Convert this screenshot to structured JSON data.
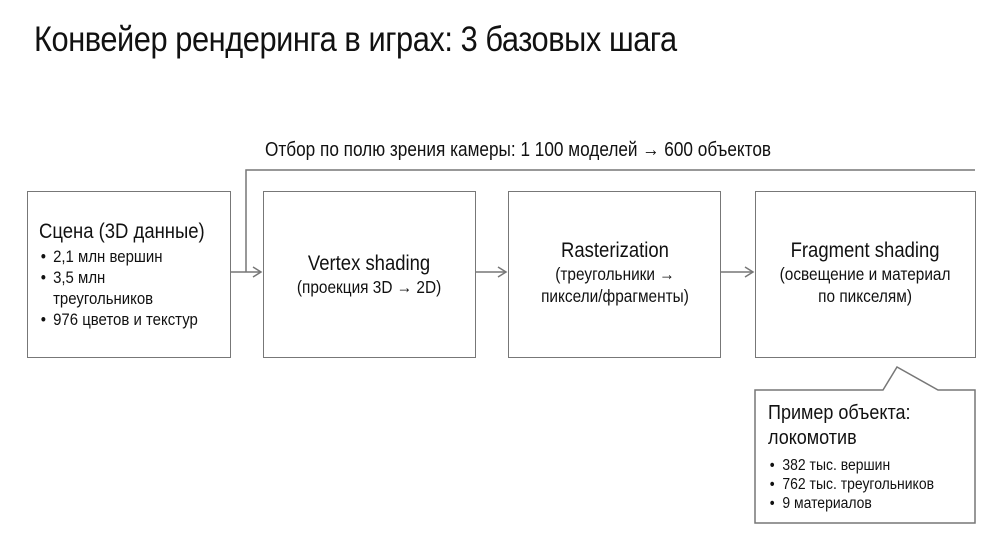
{
  "title": "Конвейер рендеринга в играх: 3 базовых шага",
  "culling_caption": "Отбор по полю зрения камеры: 1 100 моделей → 600 объектов",
  "scene": {
    "head": "Сцена (3D данные)",
    "items": [
      "2,1 млн вершин",
      "3,5 млн",
      "треугольников",
      "976 цветов и текстур"
    ]
  },
  "steps": [
    {
      "head": "Vertex shading",
      "sub": [
        "(проекция 3D → 2D)"
      ]
    },
    {
      "head": "Rasterization",
      "sub": [
        "(треугольники →",
        "пиксели/фрагменты)"
      ]
    },
    {
      "head": "Fragment shading",
      "sub": [
        "(освещение и материал",
        "по пикселям)"
      ]
    }
  ],
  "callout": {
    "head_line1": "Пример объекта:",
    "head_line2": "локомотив",
    "items": [
      "382 тыс. вершин",
      "762 тыс. треугольников",
      "9 материалов"
    ]
  },
  "colors": {
    "line": "#777777",
    "text": "#111111",
    "background": "#ffffff"
  }
}
